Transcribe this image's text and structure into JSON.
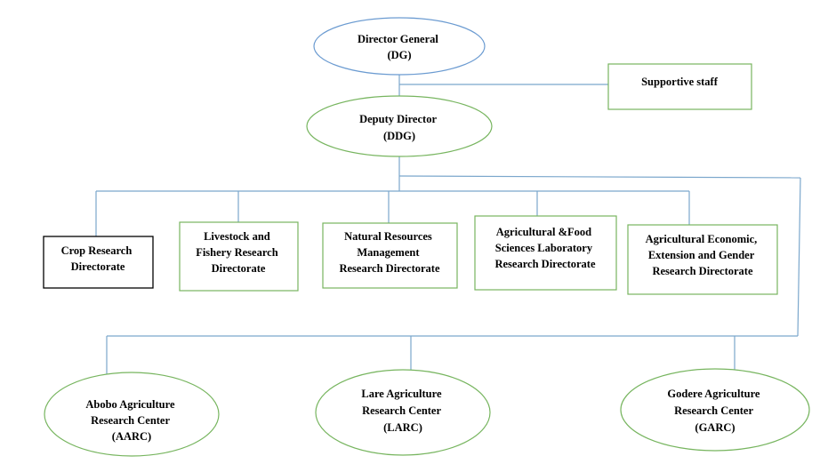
{
  "nodes": {
    "dg": {
      "lines": [
        "Director General",
        "(DG)"
      ]
    },
    "support": {
      "lines": [
        "Supportive staff"
      ]
    },
    "ddg": {
      "lines": [
        "Deputy Director",
        "(DDG)"
      ]
    },
    "crop": {
      "lines": [
        "Crop Research",
        "Directorate"
      ]
    },
    "livestock": {
      "lines": [
        "Livestock and",
        "Fishery Research",
        "Directorate"
      ]
    },
    "natural": {
      "lines": [
        "Natural Resources",
        "Management",
        "Research Directorate"
      ]
    },
    "agrifood": {
      "lines": [
        "Agricultural &Food",
        "Sciences Laboratory",
        "Research Directorate"
      ]
    },
    "econ": {
      "lines": [
        "Agricultural Economic,",
        "Extension and Gender",
        "Research Directorate"
      ]
    },
    "aarc": {
      "lines": [
        "Abobo Agriculture",
        "Research  Center",
        "(AARC)"
      ]
    },
    "larc": {
      "lines": [
        "Lare Agriculture",
        "Research  Center",
        "(LARC)"
      ]
    },
    "garc": {
      "lines": [
        "Godere Agriculture",
        "Research  Center",
        "(GARC)"
      ]
    }
  },
  "colors": {
    "connector": "#7ba7cc",
    "ellipse_green": "#77b55f",
    "ellipse_blue": "#6b9bd1",
    "box_green": "#77b55f",
    "box_black": "#000000",
    "text": "#000000"
  }
}
